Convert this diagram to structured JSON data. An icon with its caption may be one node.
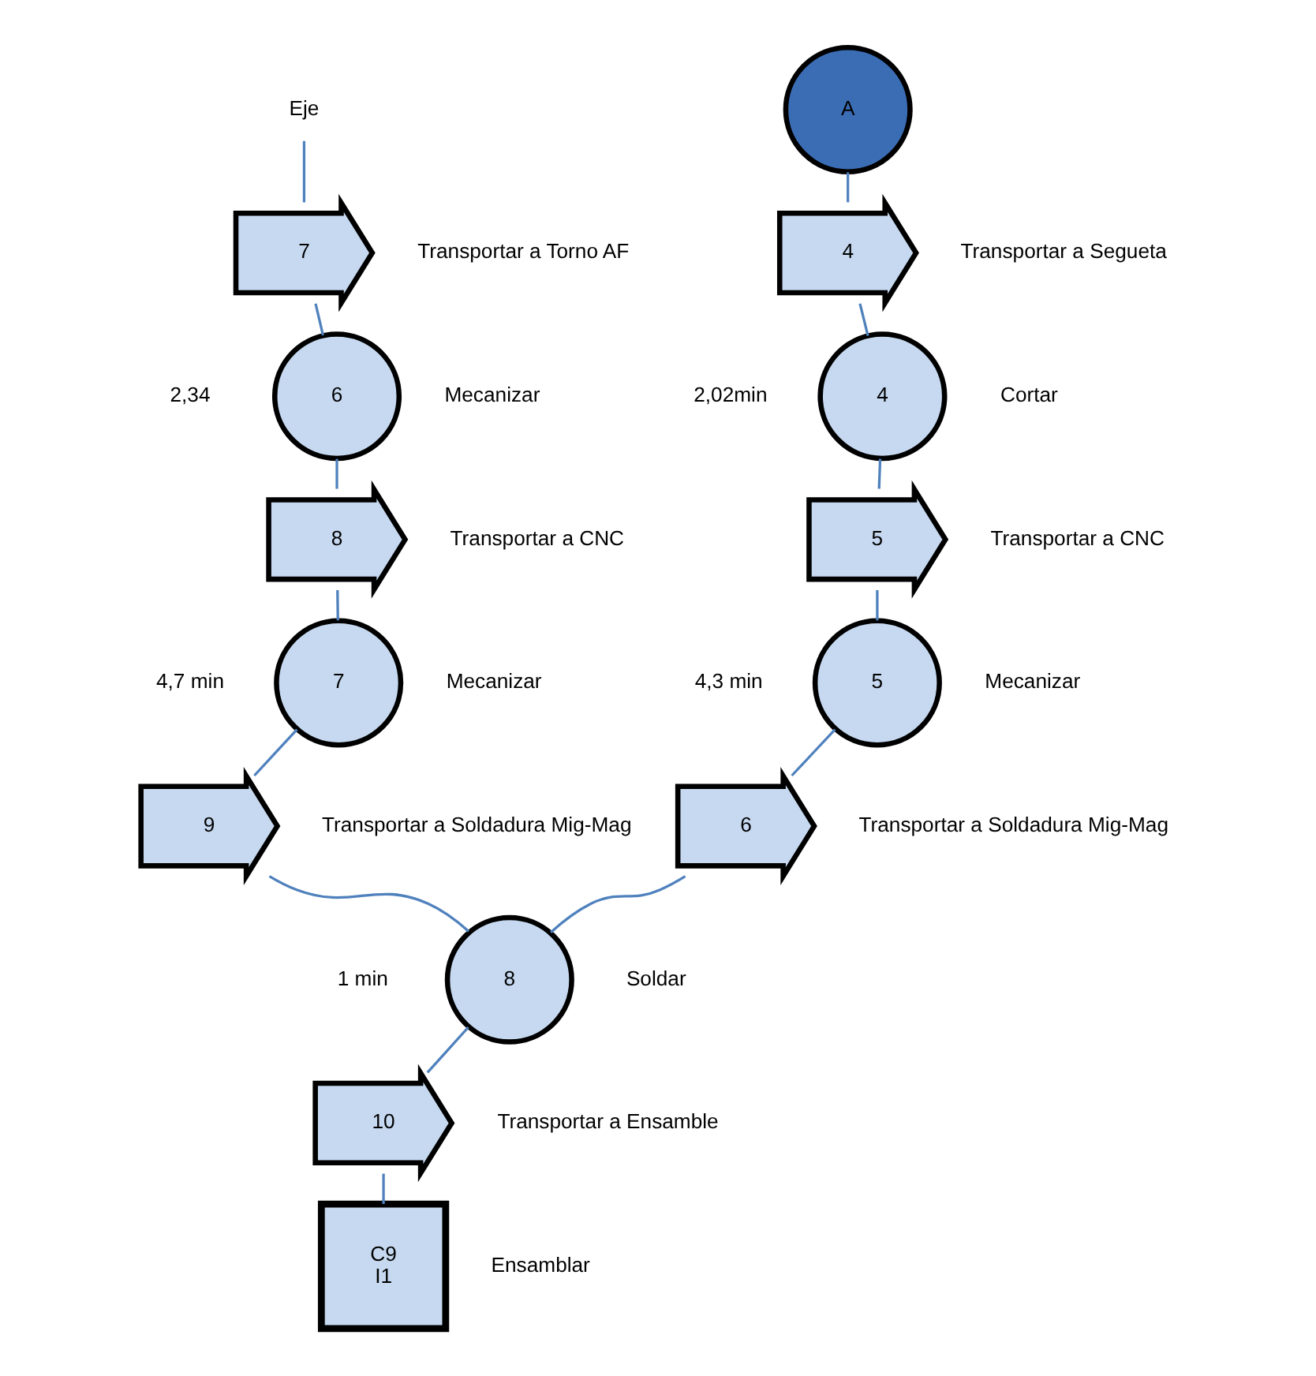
{
  "diagram": {
    "nodes": [
      {
        "text": [
          "Eje"
        ]
      },
      {
        "text": [
          "7"
        ],
        "beside": [
          "Transportar a Torno AF"
        ]
      },
      {
        "text": [
          "6"
        ],
        "beside": [
          "2,34",
          "Mecanizar"
        ]
      },
      {
        "text": [
          "8"
        ],
        "beside": [
          "Transportar a CNC"
        ]
      },
      {
        "text": [
          "7"
        ],
        "beside": [
          "4,7 min",
          "Mecanizar"
        ]
      },
      {
        "text": [
          "9"
        ],
        "beside": [
          "Transportar a Soldadura Mig-Mag"
        ]
      },
      {
        "text": [
          "A"
        ]
      },
      {
        "text": [
          "4"
        ],
        "beside": [
          "Transportar a Segueta"
        ]
      },
      {
        "text": [
          "4"
        ],
        "beside": [
          "2,02min",
          "Cortar"
        ]
      },
      {
        "text": [
          "5"
        ],
        "beside": [
          "Transportar a CNC"
        ]
      },
      {
        "text": [
          "5"
        ],
        "beside": [
          "4,3 min",
          "Mecanizar"
        ]
      },
      {
        "text": [
          "6"
        ],
        "beside": [
          "Transportar a Soldadura Mig-Mag"
        ]
      },
      {
        "text": [
          "8"
        ],
        "beside": [
          "1 min",
          "Soldar"
        ]
      },
      {
        "text": [
          "10"
        ],
        "beside": [
          "Transportar a Ensamble"
        ]
      },
      {
        "text": [
          "C9",
          "I1"
        ],
        "beside": [
          "Ensamblar"
        ]
      }
    ],
    "edges": [
      {
        "from": 0,
        "to": 1,
        "arrow": "none"
      },
      {
        "from": 1,
        "to": 2,
        "arrow": "none"
      },
      {
        "from": 2,
        "to": 3,
        "arrow": "none"
      },
      {
        "from": 3,
        "to": 4,
        "arrow": "none"
      },
      {
        "from": 4,
        "to": 5,
        "arrow": "none"
      },
      {
        "from": 5,
        "to": 12,
        "arrow": "none"
      },
      {
        "from": 6,
        "to": 7,
        "arrow": "none"
      },
      {
        "from": 7,
        "to": 8,
        "arrow": "none"
      },
      {
        "from": 8,
        "to": 9,
        "arrow": "none"
      },
      {
        "from": 9,
        "to": 10,
        "arrow": "none"
      },
      {
        "from": 10,
        "to": 11,
        "arrow": "none"
      },
      {
        "from": 11,
        "to": 12,
        "arrow": "none"
      },
      {
        "from": 12,
        "to": 13,
        "arrow": "none"
      },
      {
        "from": 13,
        "to": 14,
        "arrow": "none"
      }
    ]
  }
}
